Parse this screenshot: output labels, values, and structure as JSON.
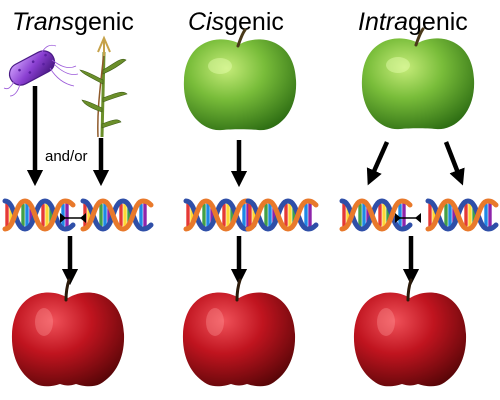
{
  "titles": [
    {
      "prefix": "Trans",
      "suffix": "genic"
    },
    {
      "prefix": "Cis",
      "suffix": "genic"
    },
    {
      "prefix": "Intra",
      "suffix": "genic"
    }
  ],
  "connector_label": "and/or",
  "colors": {
    "arrow": "#000000",
    "green_apple": "#5aa52a",
    "red_apple": "#b0141c",
    "bacterium": "#8a3fd1",
    "corn": "#6b8f2a"
  },
  "icons": [
    "bacterium-icon",
    "corn-plant-icon",
    "green-apple-icon",
    "dna-helix-icon",
    "red-apple-icon",
    "arrow-icon"
  ]
}
